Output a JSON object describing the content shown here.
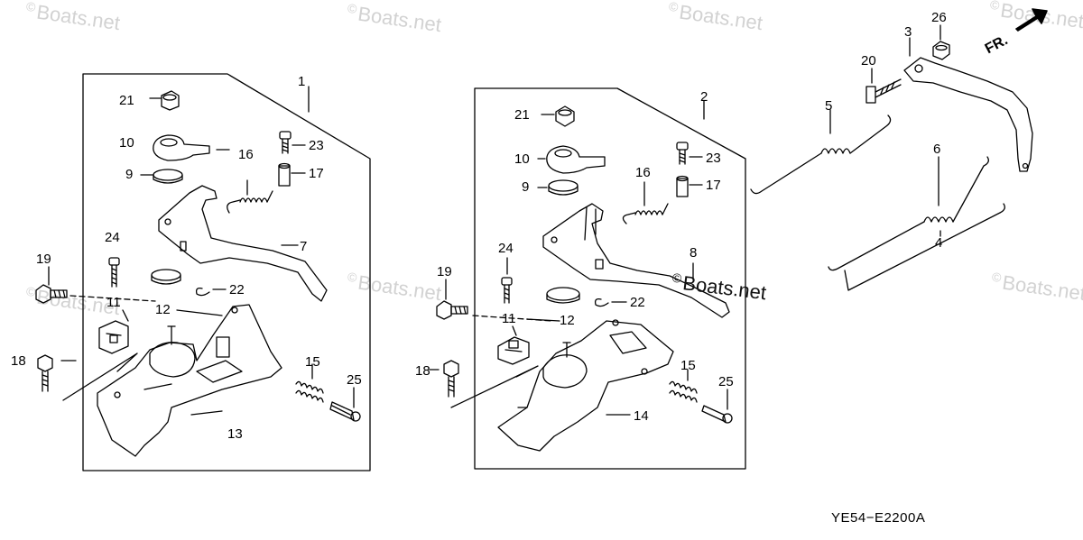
{
  "watermark": {
    "symbol": "©",
    "text": "Boats.net"
  },
  "diagram_code": "YE54−E2200A",
  "front_arrow_label": "FR.",
  "parts": [
    {
      "no": "1"
    },
    {
      "no": "2"
    },
    {
      "no": "3"
    },
    {
      "no": "4"
    },
    {
      "no": "5"
    },
    {
      "no": "6"
    },
    {
      "no": "7"
    },
    {
      "no": "8"
    },
    {
      "no": "9"
    },
    {
      "no": "10"
    },
    {
      "no": "11"
    },
    {
      "no": "12"
    },
    {
      "no": "13"
    },
    {
      "no": "14"
    },
    {
      "no": "15"
    },
    {
      "no": "16"
    },
    {
      "no": "17"
    },
    {
      "no": "18"
    },
    {
      "no": "19"
    },
    {
      "no": "20"
    },
    {
      "no": "21"
    },
    {
      "no": "22"
    },
    {
      "no": "23"
    },
    {
      "no": "24"
    },
    {
      "no": "25"
    },
    {
      "no": "26"
    }
  ]
}
